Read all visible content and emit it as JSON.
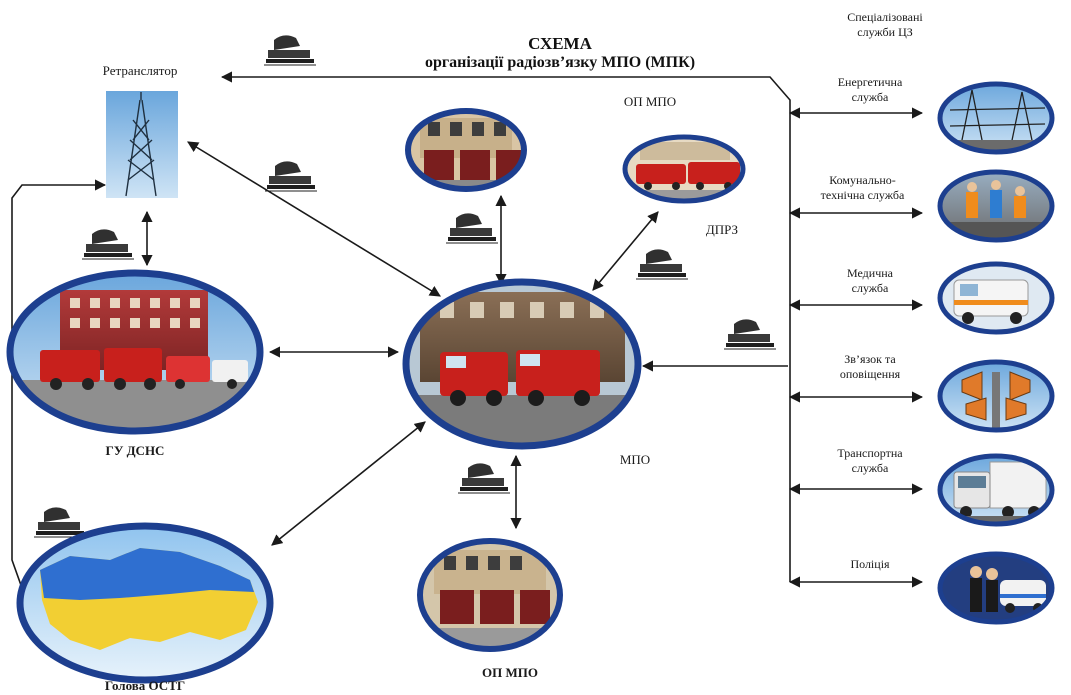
{
  "title": {
    "line1": "СХЕМА",
    "line2": "організації радіозв’язку МПО (МПК)"
  },
  "nodes": {
    "relay": "Ретранслятор",
    "op_mpo_top": "ОП МПО",
    "dprz": "ДПРЗ",
    "gu_dsns": "ГУ ДСНС",
    "mpo": "МПО",
    "holova_ostg": "Голова ОСТГ",
    "op_mpo_bottom": "ОП МПО"
  },
  "services": {
    "header_line1": "Спеціалізовані",
    "header_line2": "служби ЦЗ",
    "items": [
      {
        "line1": "Енергетична",
        "line2": "служба",
        "icon": "power-substation-icon"
      },
      {
        "line1": "Комунально-",
        "line2": "технічна служба",
        "icon": "road-workers-icon"
      },
      {
        "line1": "Медична",
        "line2": "служба",
        "icon": "ambulance-icon"
      },
      {
        "line1": "Зв’язок та",
        "line2": "оповіщення",
        "icon": "loudspeaker-icon"
      },
      {
        "line1": "Транспортна",
        "line2": "служба",
        "icon": "truck-icon"
      },
      {
        "line1": "Поліція",
        "line2": "",
        "icon": "police-icon"
      }
    ]
  },
  "colors": {
    "ellipse_border": "#1d3f8f",
    "arrow": "#1a1a1a",
    "flag_blue": "#2f6fd0",
    "flag_yellow": "#f2cf33",
    "fire_red": "#c8201c"
  },
  "icons": {
    "radio": "radio-station-icon",
    "tower": "antenna-tower-icon",
    "fire_station": "fire-station-icon"
  }
}
